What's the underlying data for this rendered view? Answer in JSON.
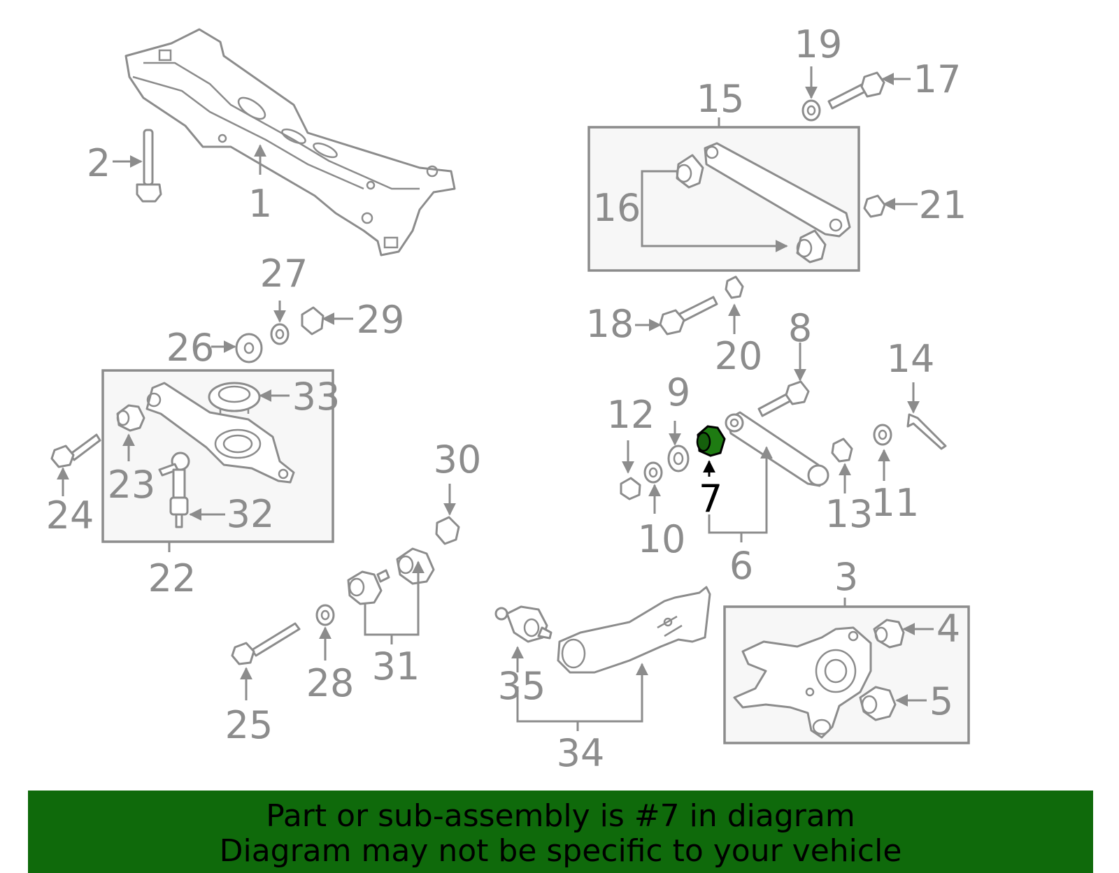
{
  "labels": {
    "l1": "1",
    "l2": "2",
    "l3": "3",
    "l4": "4",
    "l5": "5",
    "l6": "6",
    "l7": "7",
    "l8": "8",
    "l9": "9",
    "l10": "10",
    "l11": "11",
    "l12": "12",
    "l13": "13",
    "l14": "14",
    "l15": "15",
    "l16": "16",
    "l17": "17",
    "l18": "18",
    "l19": "19",
    "l20": "20",
    "l21": "21",
    "l22": "22",
    "l23": "23",
    "l24": "24",
    "l25": "25",
    "l26": "26",
    "l27": "27",
    "l28": "28",
    "l29": "29",
    "l30": "30",
    "l31": "31",
    "l32": "32",
    "l33": "33",
    "l34": "34",
    "l35": "35"
  },
  "highlighted_part": "7",
  "banner": {
    "line1": "Part or sub-assembly is #7 in diagram",
    "line2": "Diagram may not be specific to your vehicle"
  },
  "colors": {
    "line": "#8c8c8c",
    "highlight_part": "#1e7b12",
    "banner_bg": "#0f6a0b",
    "box_fill": "#f7f7f7"
  }
}
